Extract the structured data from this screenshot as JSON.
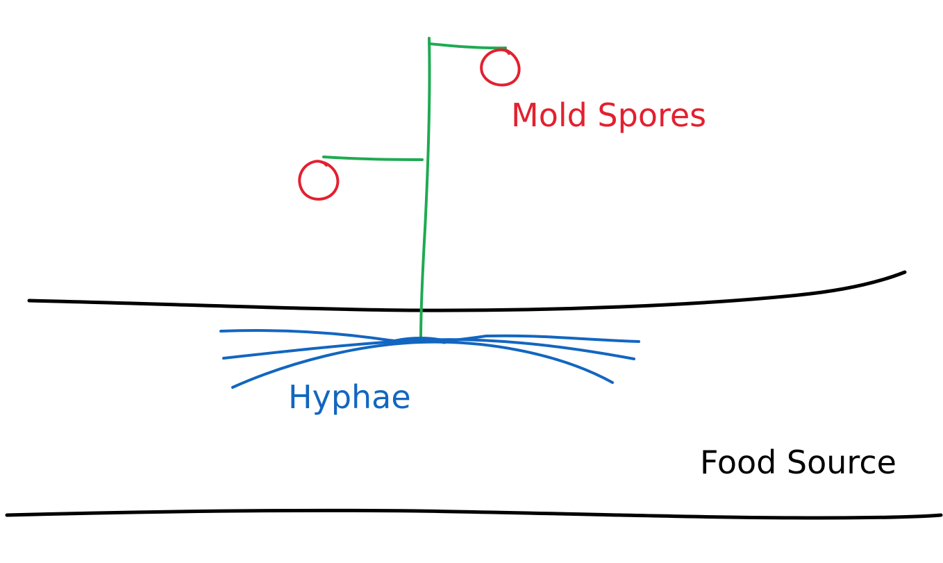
{
  "labels": {
    "spores": "Mold Spores",
    "hyphae": "Hyphae",
    "food_source": "Food Source"
  },
  "colors": {
    "stalk": "#1faa52",
    "spore": "#e3202f",
    "hyphae": "#1266c0",
    "ink": "#000000",
    "background": "#ffffff"
  }
}
